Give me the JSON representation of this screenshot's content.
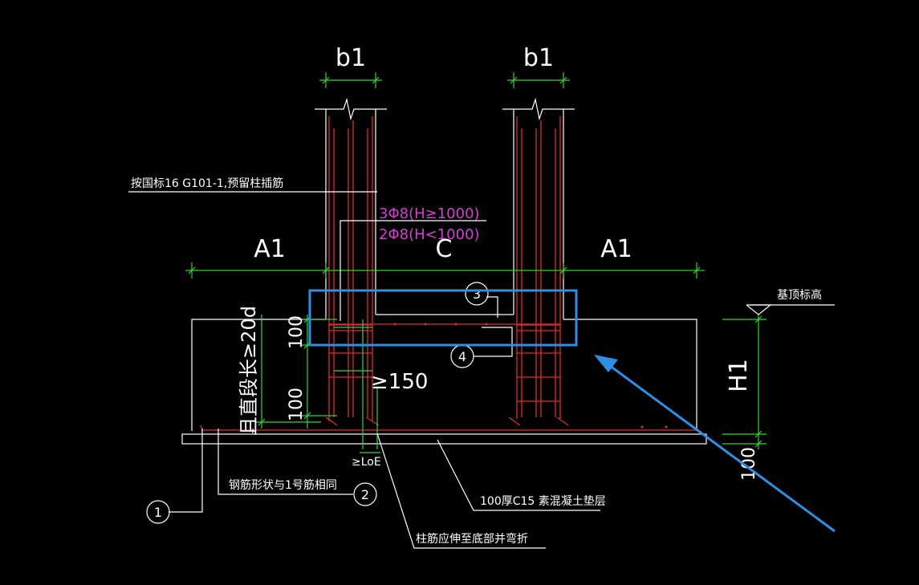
{
  "drawing": {
    "dims": {
      "b1_left": "b1",
      "b1_right": "b1",
      "a1_left": "A1",
      "c_center": "C",
      "a1_right": "A1",
      "h1": "H1",
      "d100_top": "100",
      "d100_bottom": "100",
      "d100_right": "100",
      "straight_len": "且直段长≥20d",
      "anchor_150": "≥150",
      "loe": "≥LoE"
    },
    "notes": {
      "col_dowel": "按国标16 G101-1,预留柱插筋",
      "stirrup_3": "3Φ8(H≥1000)",
      "stirrup_2": "2Φ8(H<1000)",
      "top_elev": "基顶标高",
      "rebar_shape": "钢筋形状与1号筋相同",
      "bed_layer": "100厚C15 素混凝土垫层",
      "col_bar_bend": "柱筋应伸至底部并弯折"
    },
    "callouts": {
      "c1": "1",
      "c2": "2",
      "c3": "3",
      "c4": "4"
    },
    "colors": {
      "background": "#000000",
      "outline": "#ffffff",
      "dimension": "#35d335",
      "rebar": "#e22a2a",
      "stirrup_text": "#d53fd3",
      "highlight": "#2d8fe6"
    }
  }
}
